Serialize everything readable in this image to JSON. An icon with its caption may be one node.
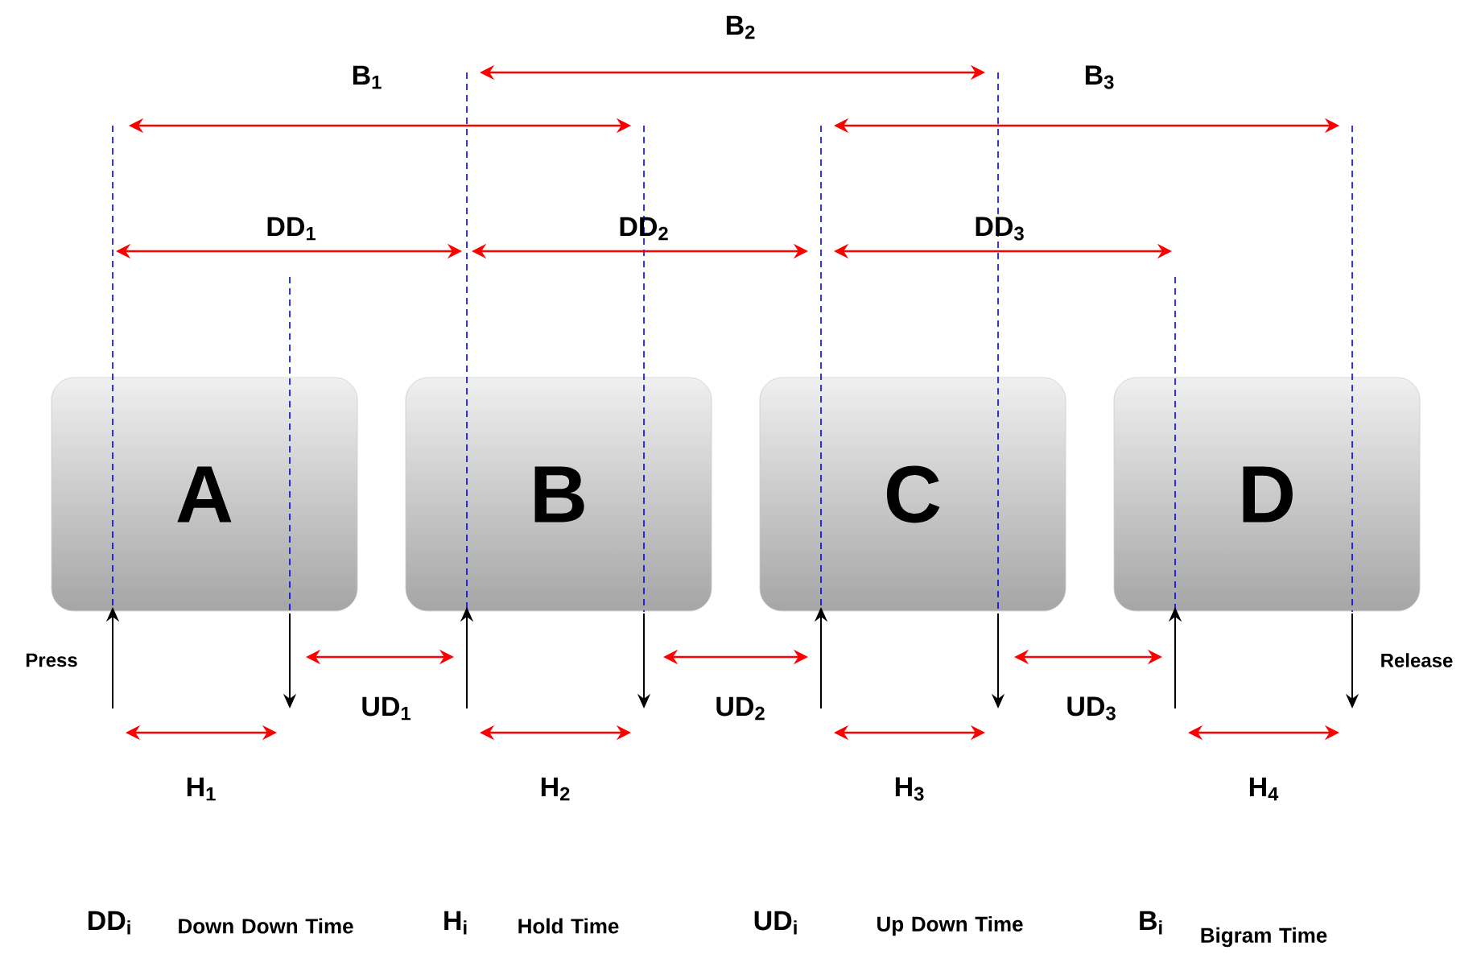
{
  "diagram": {
    "nodes": [
      {
        "text": [
          "A"
        ]
      },
      {
        "text": [
          "B"
        ]
      },
      {
        "text": [
          "C"
        ]
      },
      {
        "text": [
          "D"
        ]
      }
    ],
    "labels": [
      "B$_{2}$",
      "B$_{1}$",
      "B$_{3}$",
      "DD$_{1}$",
      "DD$_{2}$",
      "DD$_{3}$",
      "Press",
      "Release",
      "UD$_{1}$",
      "UD$_{2}$",
      "UD$_{3}$",
      "H$_{1}$",
      "H$_{2}$",
      "H$_{3}$",
      "H$_{4}$",
      "DD$_{i}$",
      "Down Down Time",
      "H$_{i}$",
      "Hold Time",
      "UD$_{i}$",
      "Up Down Time",
      "B$_{i}$",
      "Bigram Time"
    ]
  }
}
